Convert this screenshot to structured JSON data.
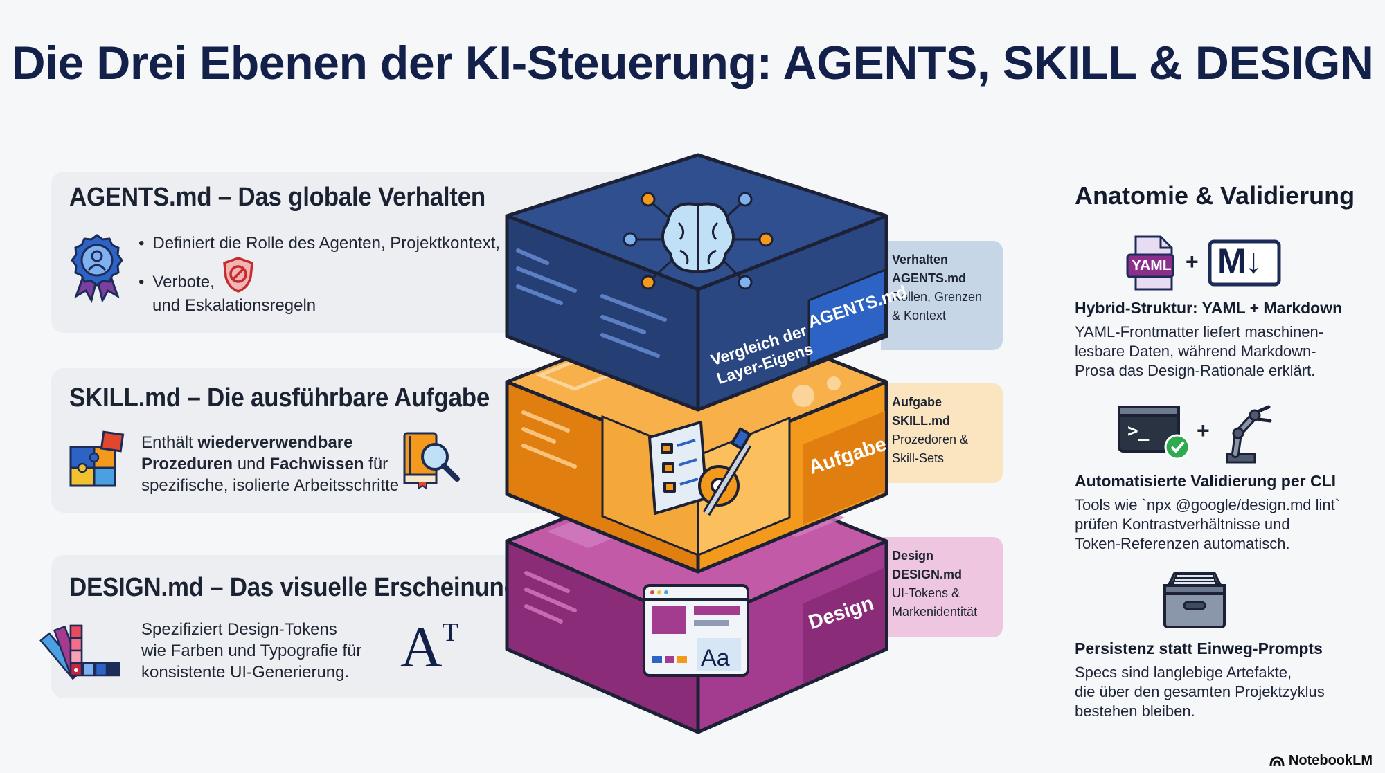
{
  "title": "Die Drei Ebenen der KI-Steuerung: AGENTS, SKILL & DESIGN",
  "cards": {
    "agents": {
      "title": "AGENTS.md – Das globale Verhalten",
      "bullet1": "Definiert die Rolle des Agenten, Projektkontext,",
      "bullet2": "Verbote,",
      "line3": "und Eskalationsregeln",
      "icon": "award-ribbon-icon"
    },
    "skill": {
      "title": "SKILL.md – Die ausführbare Aufgabe",
      "t1": "Enthält ",
      "t1b": "wiederverwendbare",
      "t2b": "Prozeduren",
      "t2": " und ",
      "t2c": "Fachwissen",
      "t2d": " für",
      "t3": "spezifische, isolierte Arbeitsschritte"
    },
    "design": {
      "title": "DESIGN.md – Das visuelle Erscheinungsbild",
      "line1": "Spezifiziert Design-Tokens",
      "line2": "wie Farben und Typografie für",
      "line3": "konsistente UI-Generierung.",
      "glyph_a": "A",
      "glyph_t": "T"
    }
  },
  "stack": {
    "top_side_label_1": "Vergleich der",
    "top_side_label_2": "Layer-Eigens",
    "top_front_label": "AGENTS.md",
    "mid_front_label": "Aufgabe",
    "bot_front_label": "Design",
    "aa_text": "Aa",
    "colors": {
      "blue": "#2f4f8f",
      "orange": "#f39a1c",
      "magenta": "#a33b8e"
    }
  },
  "tabs": [
    {
      "l1": "Verhalten",
      "l2": "AGENTS.md",
      "l3": "Rollen, Grenzen",
      "l4": "& Kontext"
    },
    {
      "l1": "Aufgabe",
      "l2": "SKILL.md",
      "l3": "Prozedoren &",
      "l4": "Skill-Sets"
    },
    {
      "l1": "Design",
      "l2": "DESIGN.md",
      "l3": "UI-Tokens &",
      "l4": "Markenidentität"
    }
  ],
  "right": {
    "title": "Anatomie & Validierung",
    "yaml_label": "YAML",
    "plus": "+",
    "md_label": "M↓",
    "h1": "Hybrid-Struktur: YAML + Markdown",
    "b1": [
      "YAML-Frontmatter liefert maschinen-",
      "lesbare Daten, während Markdown-",
      "Prosa das Design-Rationale erklärt."
    ],
    "terminal_prompt": ">_",
    "h2": "Automatisierte Validierung per CLI",
    "b2": [
      "Tools wie `npx @google/design.md lint`",
      "prüfen Kontrastverhältnisse und",
      "Token-Referenzen automatisch."
    ],
    "h3": "Persistenz statt Einweg-Prompts",
    "b3": [
      "Specs sind langlebige Artefakte,",
      "die über den gesamten Projektzyklus",
      "bestehen bleiben."
    ]
  },
  "footer": {
    "brand": "NotebookLM"
  }
}
